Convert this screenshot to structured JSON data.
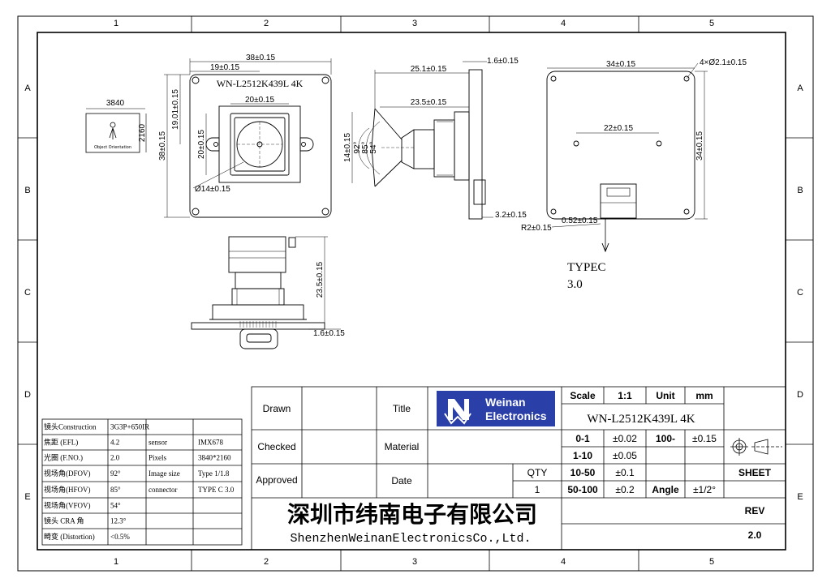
{
  "zones": {
    "cols": [
      "1",
      "2",
      "3",
      "4",
      "5"
    ],
    "rows": [
      "A",
      "B",
      "C",
      "D",
      "E"
    ]
  },
  "object_orientation": {
    "w": "3840",
    "h": "2160",
    "caption": "Object Orientation"
  },
  "front_view": {
    "model_label": "WN-L2512K439L 4K",
    "width_total": "38±0.15",
    "width_half": "19±0.15",
    "inner_w": "20±0.15",
    "height_total": "38±0.15",
    "height_half": "19.01±0.15",
    "inner_h": "20±0.15",
    "lens_dia": "Ø14±0.15"
  },
  "side_view": {
    "len_total": "25.1±0.15",
    "len_lens": "23.5±0.15",
    "board_t": "1.6±0.15",
    "dia": "14±0.15",
    "fov_d": "92°",
    "fov_h": "85°",
    "fov_v": "54°",
    "connector_h": "3.2±0.15"
  },
  "back_view": {
    "width": "34±0.15",
    "holes": "4×Ø2.1±0.15",
    "hole_spacing": "22±0.15",
    "height": "34±0.15",
    "radius": "R2±0.15",
    "offset": "0.52±0.15",
    "typec_1": "TYPEC",
    "typec_2": "3.0"
  },
  "bottom_view": {
    "height": "23.5±0.15",
    "board_t": "1.6±0.15"
  },
  "specs": [
    {
      "label": "镜头Construction",
      "value": "3G3P+650IR",
      "label2": "",
      "value2": ""
    },
    {
      "label": "焦距 (EFL)",
      "value": "4.2",
      "label2": "sensor",
      "value2": "IMX678"
    },
    {
      "label": "光圈 (F.NO.)",
      "value": "2.0",
      "label2": "Pixels",
      "value2": "3840*2160"
    },
    {
      "label": "视场角(DFOV)",
      "value": "92°",
      "label2": "Image size",
      "value2": "Type 1/1.8"
    },
    {
      "label": "视场角(HFOV)",
      "value": "85°",
      "label2": "connector",
      "value2": "TYPE C 3.0"
    },
    {
      "label": "视场角(VFOV)",
      "value": "54°",
      "label2": "",
      "value2": ""
    },
    {
      "label": "镜头 CRA 角",
      "value": "12.3°",
      "label2": "",
      "value2": ""
    },
    {
      "label": "畸变 (Distortion)",
      "value": "<0.5%",
      "label2": "",
      "value2": ""
    }
  ],
  "title_block": {
    "drawn": "Drawn",
    "checked": "Checked",
    "approved": "Approved",
    "title": "Title",
    "material": "Material",
    "date": "Date",
    "qty_label": "QTY",
    "qty_value": "1",
    "logo_1": "Weinan",
    "logo_2": "Electronics",
    "model": "WN-L2512K439L 4K",
    "scale_label": "Scale",
    "scale_value": "1:1",
    "unit_label": "Unit",
    "unit_value": "mm",
    "tolerances": [
      {
        "range": "0-1",
        "tol": "±0.02",
        "range2": "100-",
        "tol2": "±0.15"
      },
      {
        "range": "1-10",
        "tol": "±0.05",
        "range2": "",
        "tol2": ""
      },
      {
        "range": "10-50",
        "tol": "±0.1",
        "range2": "",
        "tol2": ""
      },
      {
        "range": "50-100",
        "tol": "±0.2",
        "range2": "Angle",
        "tol2": "±1/2°"
      }
    ],
    "sheet": "SHEET",
    "rev_label": "REV",
    "rev_value": "2.0",
    "company_cn": "深圳市纬南电子有限公司",
    "company_en": "ShenzhenWeinanElectronicsCo.,Ltd."
  }
}
